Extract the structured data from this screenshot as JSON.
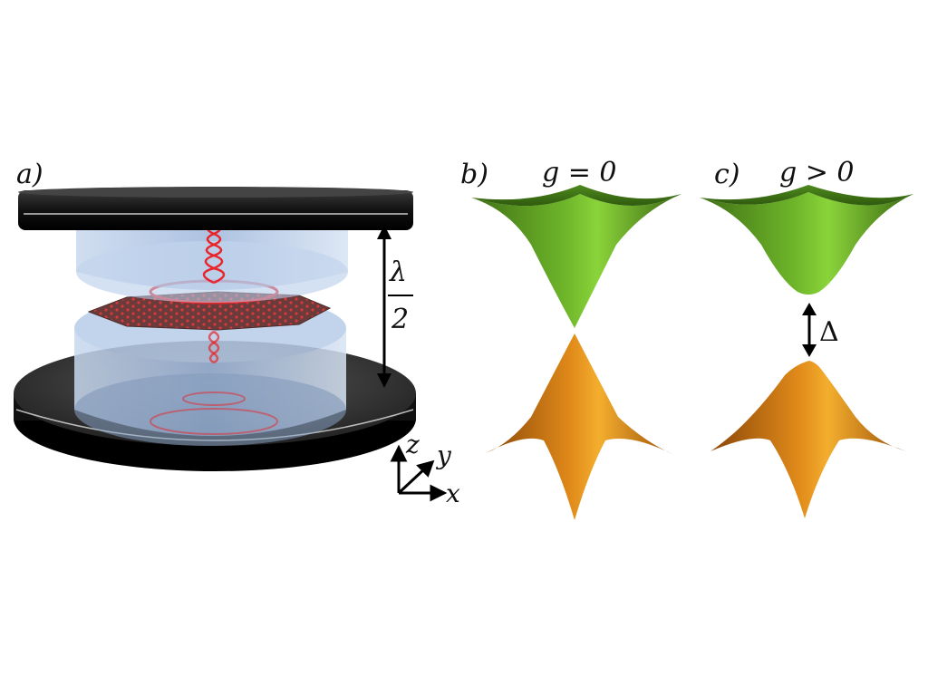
{
  "panels": {
    "a": {
      "label": "a)",
      "lambda": "λ",
      "two": "2",
      "axes": {
        "x": "x",
        "y": "y",
        "z": "z"
      }
    },
    "b": {
      "label": "b)",
      "equation": "g = 0"
    },
    "c": {
      "label": "c)",
      "equation": "g > 0",
      "gap": "Δ"
    }
  },
  "colors": {
    "mirror": "#1a1a1a",
    "cavity": "#a9c4e6",
    "field": "#e8252b",
    "upper_band": "#5a9a1f",
    "lower_band": "#d47c14"
  }
}
